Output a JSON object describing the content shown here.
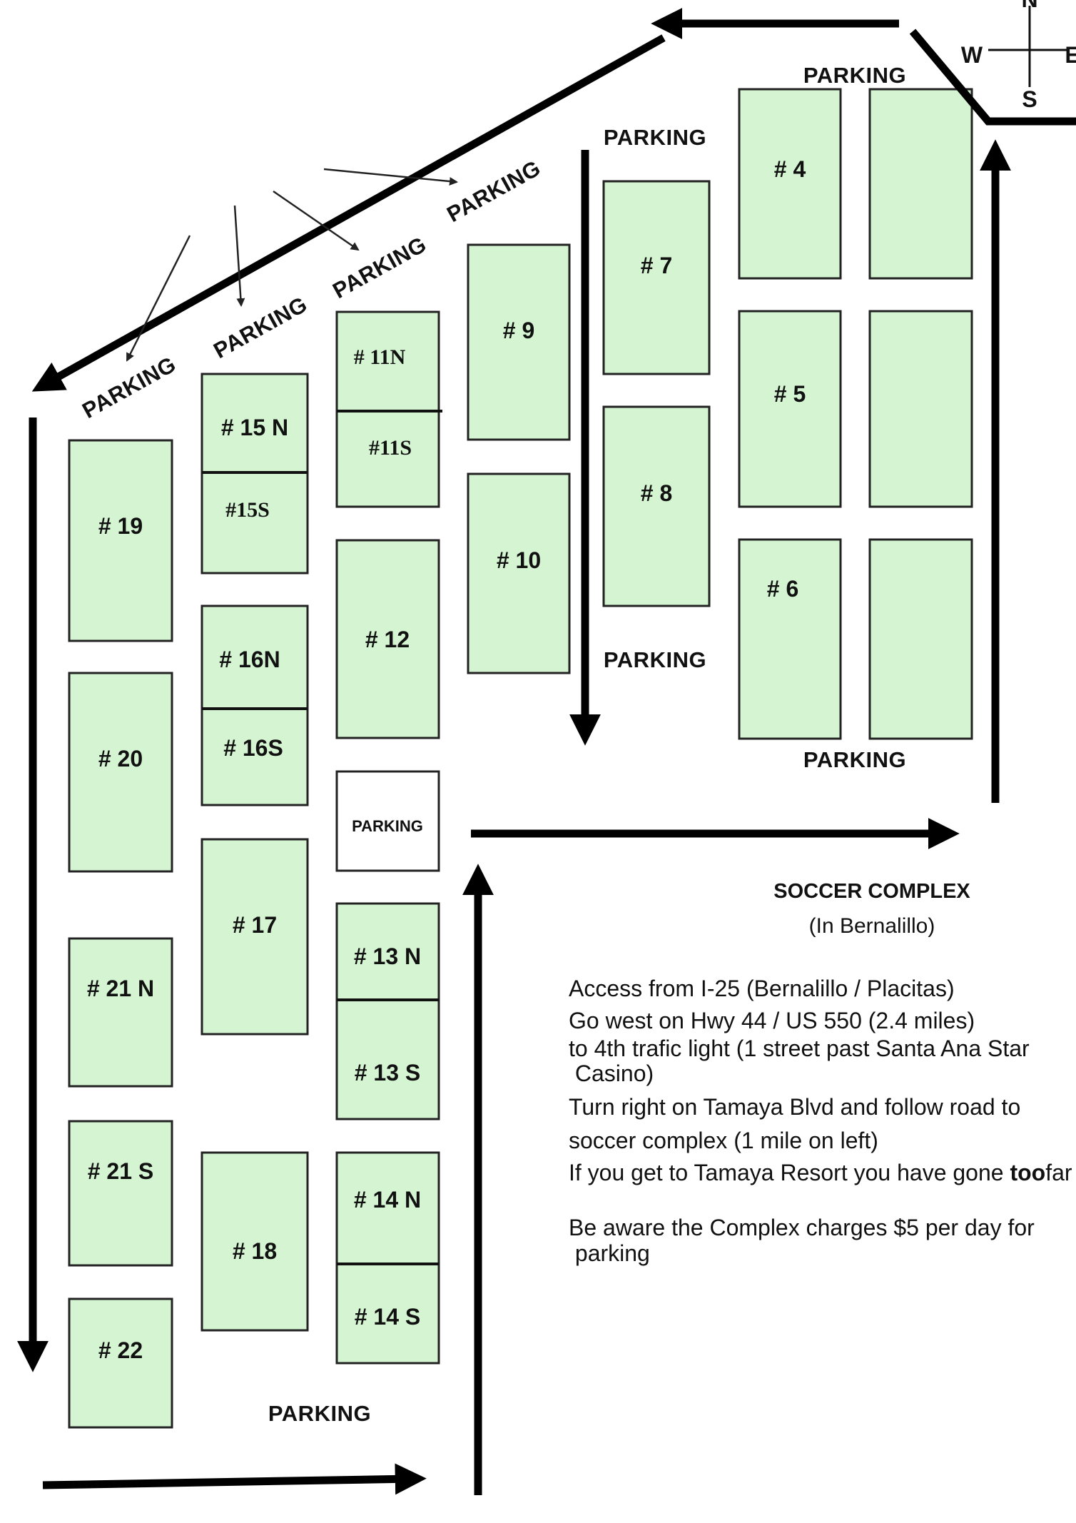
{
  "fields": [
    {
      "id": "19",
      "label": "# 19"
    },
    {
      "id": "20",
      "label": "# 20"
    },
    {
      "id": "21n",
      "label": "# 21 N"
    },
    {
      "id": "21s",
      "label": "# 21 S"
    },
    {
      "id": "22",
      "label": "# 22"
    },
    {
      "id": "15n",
      "label": "# 15 N"
    },
    {
      "id": "15s",
      "label": "#15S"
    },
    {
      "id": "16n",
      "label": "# 16N"
    },
    {
      "id": "16s",
      "label": "# 16S"
    },
    {
      "id": "17",
      "label": "# 17"
    },
    {
      "id": "18",
      "label": "# 18"
    },
    {
      "id": "11n",
      "label": "# 11N"
    },
    {
      "id": "11s",
      "label": "#11S"
    },
    {
      "id": "12",
      "label": "# 12"
    },
    {
      "id": "13n",
      "label": "# 13 N"
    },
    {
      "id": "13s",
      "label": "# 13 S"
    },
    {
      "id": "14n",
      "label": "# 14 N"
    },
    {
      "id": "14s",
      "label": "# 14 S"
    },
    {
      "id": "9",
      "label": "# 9"
    },
    {
      "id": "10",
      "label": "# 10"
    },
    {
      "id": "7",
      "label": "# 7"
    },
    {
      "id": "8",
      "label": "# 8"
    },
    {
      "id": "4",
      "label": "# 4"
    },
    {
      "id": "5",
      "label": "# 5"
    },
    {
      "id": "6",
      "label": "# 6"
    }
  ],
  "parking_label": "PARKING",
  "compass": {
    "n": "N",
    "s": "S",
    "e": "E",
    "w": "W"
  },
  "complex": {
    "title": "SOCCER COMPLEX",
    "subtitle": "(In Bernalillo)"
  },
  "directions": [
    "Access from I-25 (Bernalillo / Placitas)",
    "Go west on Hwy 44 / US 550 (2.4 miles)",
    "to 4th trafic light (1 street past Santa Ana Star",
    " Casino)",
    "Turn right on Tamaya Blvd and follow road to",
    "soccer complex (1 mile on left)"
  ],
  "warning": {
    "text": "If you get to Tamaya Resort you have gone ",
    "emph1": "too",
    "emph2": "far"
  },
  "fee_note": [
    "Be aware the Complex charges $5 per day for",
    " parking"
  ],
  "colors": {
    "field": "#d5f5d2",
    "road": "#000000"
  }
}
